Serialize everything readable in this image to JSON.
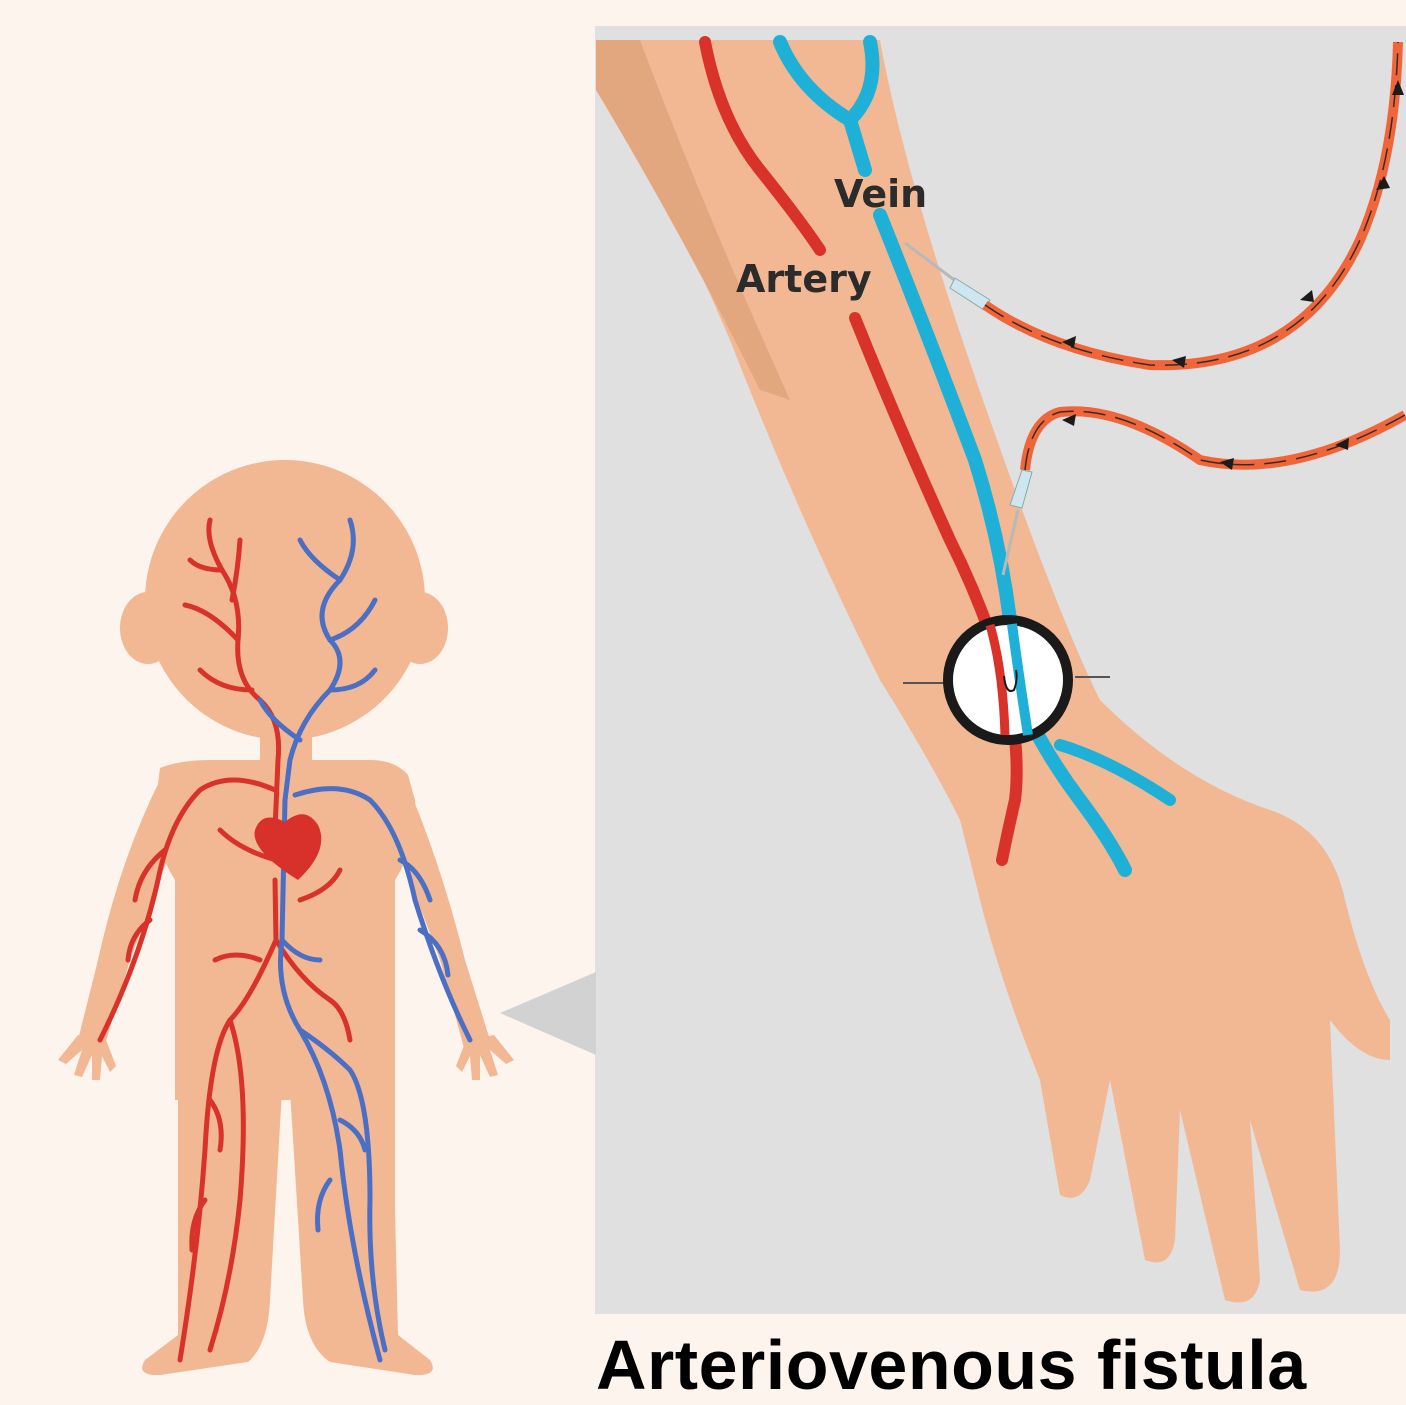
{
  "colors": {
    "background": "#fdf4ee",
    "panel": "#e0e0e0",
    "skin": "#f2b893",
    "artery": "#d8322a",
    "vein_blue_body": "#4a6fc4",
    "vein_cyan_arm": "#1fb0d8",
    "tubing": "#f0663a",
    "heart": "#d8302a"
  },
  "labels": {
    "vein": "Vein",
    "artery": "Artery"
  },
  "title": "Arteriovenous fistula",
  "icons": [
    "heart-icon",
    "magnifier-circle-icon",
    "flow-arrow-icon"
  ]
}
